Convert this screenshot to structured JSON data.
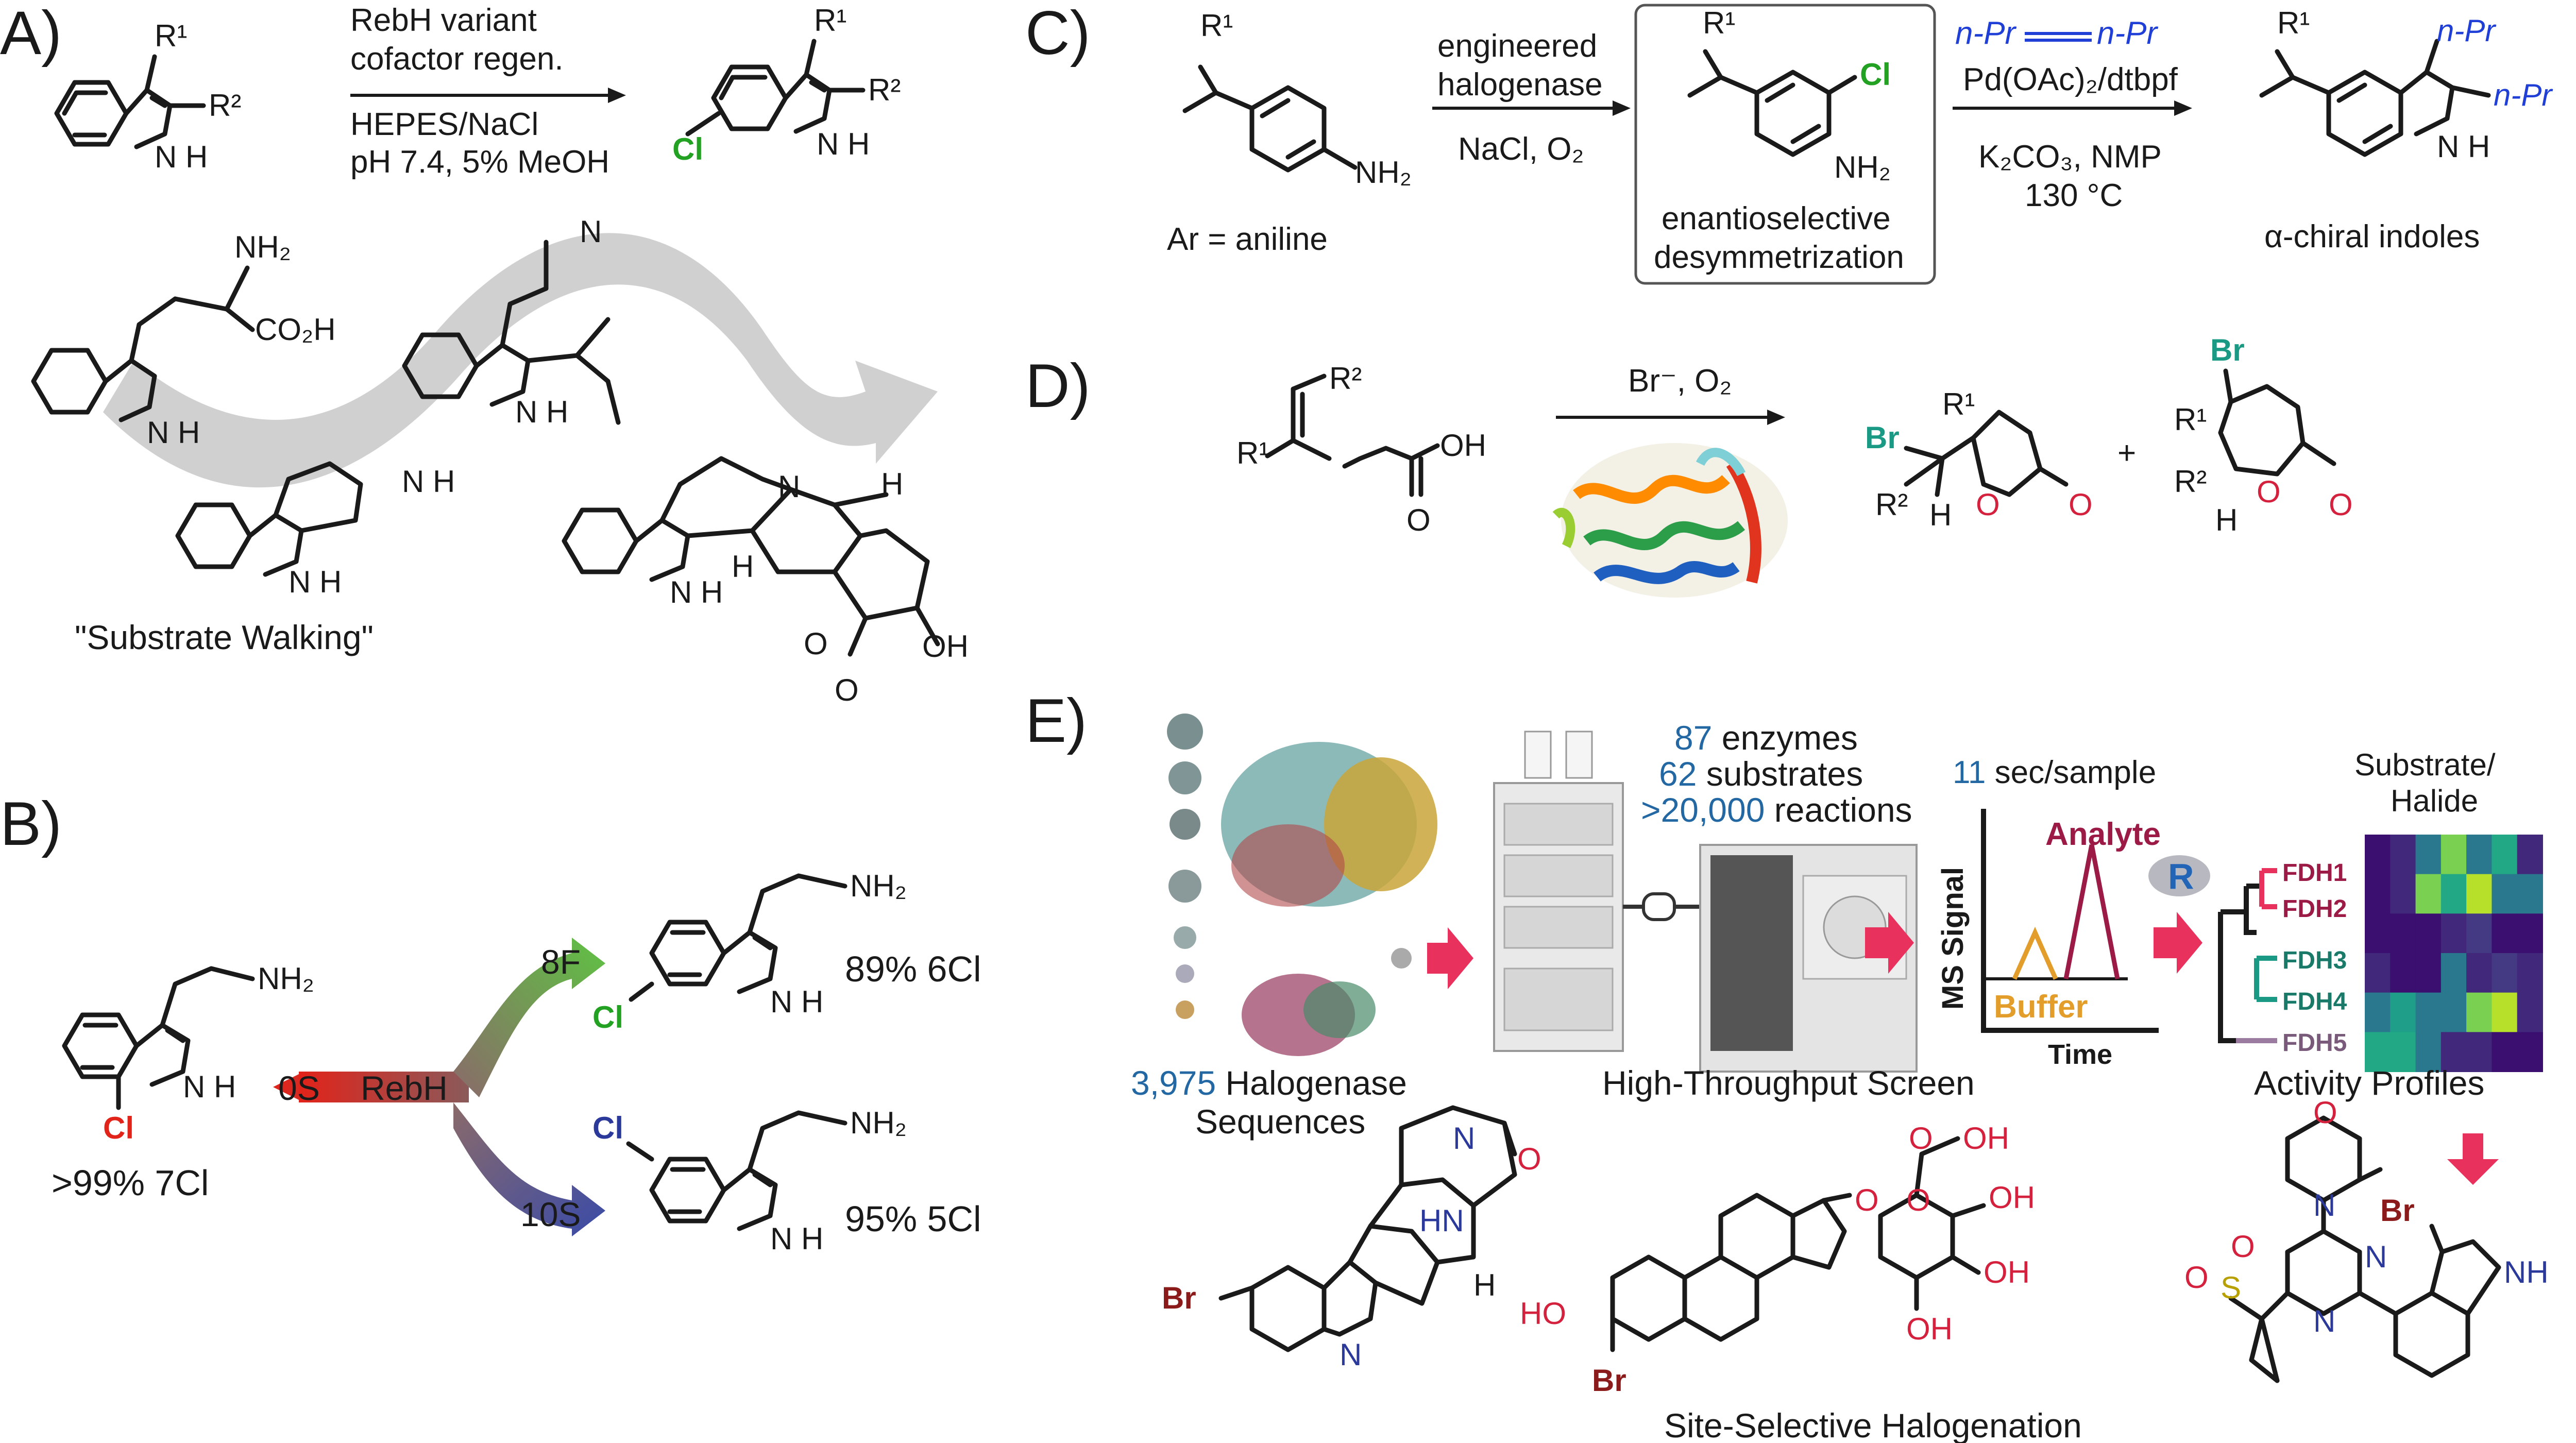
{
  "panels": [
    "A)",
    "B)",
    "C)",
    "D)",
    "E)"
  ],
  "colors": {
    "chlorine_green": "#22a122",
    "chlorine_red": "#e2231a",
    "chlorine_blue": "#2b3a9a",
    "bromine_teal": "#1a9a84",
    "oxygen_red": "#d4213d",
    "propyl_blue": "#1f3fd6",
    "quantity_blue": "#2368a2",
    "analyte_maroon": "#9b1b46",
    "buffer_orange": "#e39d2a",
    "arrow_pink": "#e8315c",
    "gray_arrow": "#d0d0d0"
  },
  "panel_a": {
    "reagent_line1": "RebH variant",
    "reagent_line2": "cofactor regen.",
    "condition_line1": "HEPES/NaCl",
    "condition_line2": "pH 7.4, 5% MeOH",
    "caption": "\"Substrate Walking\"",
    "atoms": {
      "r1": "R¹",
      "r2": "R²",
      "nh": "N\nH",
      "cl": "Cl",
      "nh2": "NH₂",
      "co2h": "CO₂H",
      "o": "O",
      "oh": "OH",
      "n": "N",
      "h": "H"
    }
  },
  "panel_b": {
    "center": "RebH",
    "branches": [
      "8F",
      "0S",
      "10S"
    ],
    "results": [
      "89% 6Cl",
      ">99% 7Cl",
      "95% 5Cl"
    ]
  },
  "panel_c": {
    "ar_label": "Ar = aniline",
    "reagent1_line1": "engineered",
    "reagent1_line2": "halogenase",
    "reagent1_line3": "NaCl, O₂",
    "boxed_line1": "enantioselective",
    "boxed_line2": "desymmetrization",
    "alkyne": "n-Pr",
    "reagent2_line1": "Pd(OAc)₂/dtbpf",
    "reagent2_line2": "K₂CO₃, NMP",
    "reagent2_line3": "130 °C",
    "product": "α-chiral indoles"
  },
  "panel_d": {
    "reagent": "Br⁻, O₂",
    "plus": "+"
  },
  "panel_e": {
    "quantities": [
      {
        "num": "87",
        "text": " enzymes"
      },
      {
        "num": "62",
        "text": " substrates"
      },
      {
        "num": ">20,000",
        "text": " reactions"
      }
    ],
    "rate_num": "11",
    "rate_text": " sec/sample",
    "ms_signal": "MS Signal",
    "time": "Time",
    "analyte": "Analyte",
    "buffer": "Buffer",
    "r_logo": "R",
    "heatmap_title_line1": "Substrate/",
    "heatmap_title_line2": "Halide",
    "enzymes": [
      "FDH1",
      "FDH2",
      "FDH3",
      "FDH4",
      "FDH5"
    ],
    "seq_num": "3,975",
    "seq_text": " Halogenase",
    "seq_line2": "Sequences",
    "hts": "High-Throughput Screen",
    "activity": "Activity Profiles",
    "site": "Site-Selective Halogenation",
    "atoms": {
      "br": "Br",
      "ho": "HO",
      "oh": "OH",
      "o": "O",
      "hn": "HN",
      "nh": "NH",
      "n": "N",
      "s": "S",
      "h": "H"
    }
  }
}
